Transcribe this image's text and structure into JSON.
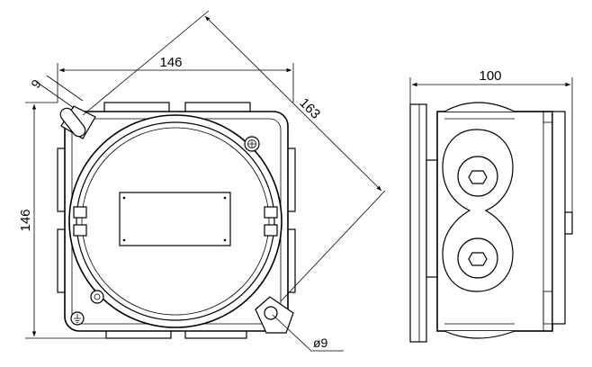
{
  "dimensions": {
    "front_width": "146",
    "front_height": "146",
    "diagonal": "163",
    "lug_offset": "9",
    "mount_hole": "ø9",
    "side_depth": "100"
  }
}
